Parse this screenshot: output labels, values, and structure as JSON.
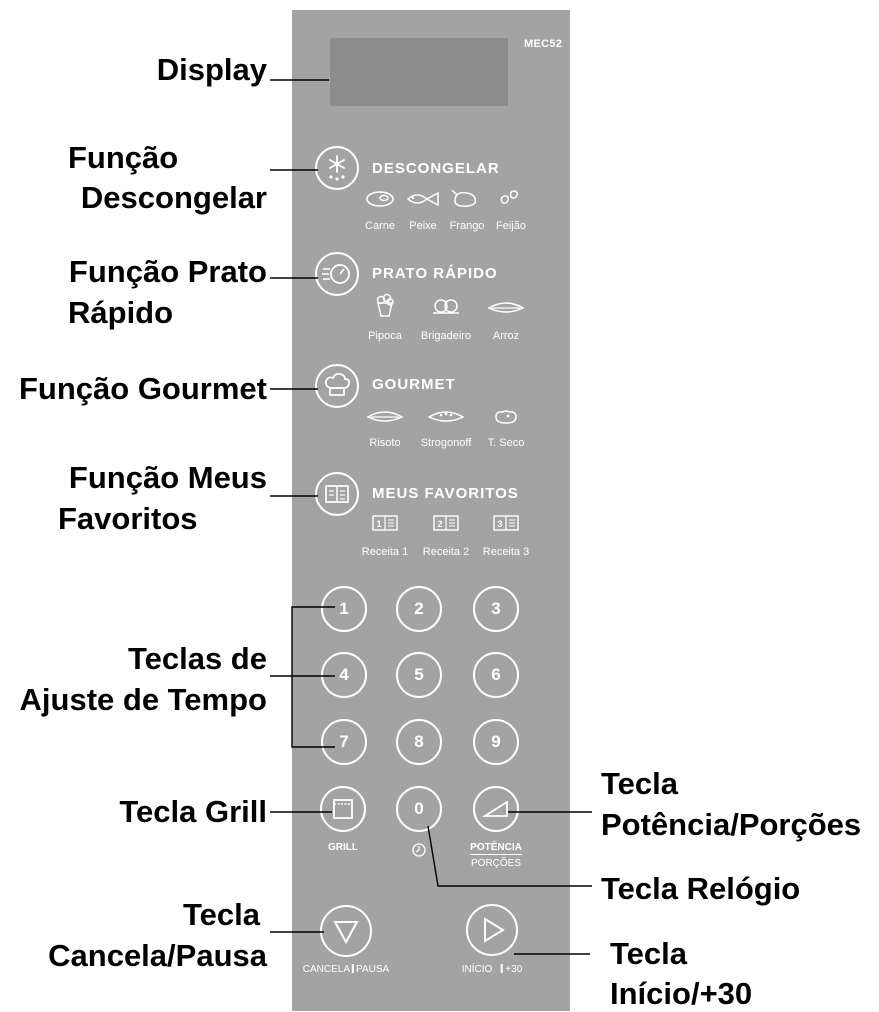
{
  "panel": {
    "model": "MEC52",
    "functions": [
      {
        "id": "descongelar",
        "title": "DESCONGELAR",
        "icon": "snowflake-thaw-icon",
        "items": [
          {
            "label": "Carne",
            "icon": "meat-icon"
          },
          {
            "label": "Peixe",
            "icon": "fish-icon"
          },
          {
            "label": "Frango",
            "icon": "chicken-icon"
          },
          {
            "label": "Feijão",
            "icon": "beans-icon"
          }
        ]
      },
      {
        "id": "prato-rapido",
        "title": "PRATO RÁPIDO",
        "icon": "fast-plate-icon",
        "items": [
          {
            "label": "Pipoca",
            "icon": "popcorn-icon"
          },
          {
            "label": "Brigadeiro",
            "icon": "brigadeiro-icon"
          },
          {
            "label": "Arroz",
            "icon": "rice-dish-icon"
          }
        ]
      },
      {
        "id": "gourmet",
        "title": "GOURMET",
        "icon": "chef-hat-icon",
        "items": [
          {
            "label": "Risoto",
            "icon": "risotto-dish-icon"
          },
          {
            "label": "Strogonoff",
            "icon": "strogonoff-dish-icon"
          },
          {
            "label": "T. Seco",
            "icon": "dried-tomato-icon"
          }
        ]
      },
      {
        "id": "meus-favoritos",
        "title": "MEUS FAVORITOS",
        "icon": "recipe-book-icon",
        "items": [
          {
            "label": "Receita 1",
            "badge": "1"
          },
          {
            "label": "Receita 2",
            "badge": "2"
          },
          {
            "label": "Receita 3",
            "badge": "3"
          }
        ]
      }
    ],
    "keypad": [
      "1",
      "2",
      "3",
      "4",
      "5",
      "6",
      "7",
      "8",
      "9"
    ],
    "grill_label": "GRILL",
    "zero_key": "0",
    "potencia_label": "POTÊNCIA",
    "porcoes_label": "PORÇÕES",
    "cancela_label": "CANCELA",
    "pausa_label": "PAUSA",
    "inicio_label": "INÍCIO",
    "plus30_label": "+30"
  },
  "callouts": {
    "display": "Display",
    "descongelar": [
      "Função",
      "Descongelar"
    ],
    "prato_rapido": [
      "Função Prato",
      "Rápido"
    ],
    "gourmet": "Função Gourmet",
    "meus_favoritos": [
      "Função Meus",
      "Favoritos"
    ],
    "ajuste_tempo": [
      "Teclas de",
      "Ajuste de Tempo"
    ],
    "grill": "Tecla Grill",
    "cancela_pausa": [
      "Tecla",
      "Cancela/Pausa"
    ],
    "potencia_porcoes": [
      "Tecla",
      "Potência/Porções"
    ],
    "relogio": "Tecla Relógio",
    "inicio": [
      "Tecla",
      "Início/+30"
    ]
  },
  "colors": {
    "panel": "#a3a3a3",
    "display": "#8c8c8c",
    "ink": "#ffffff",
    "text": "#000000"
  }
}
